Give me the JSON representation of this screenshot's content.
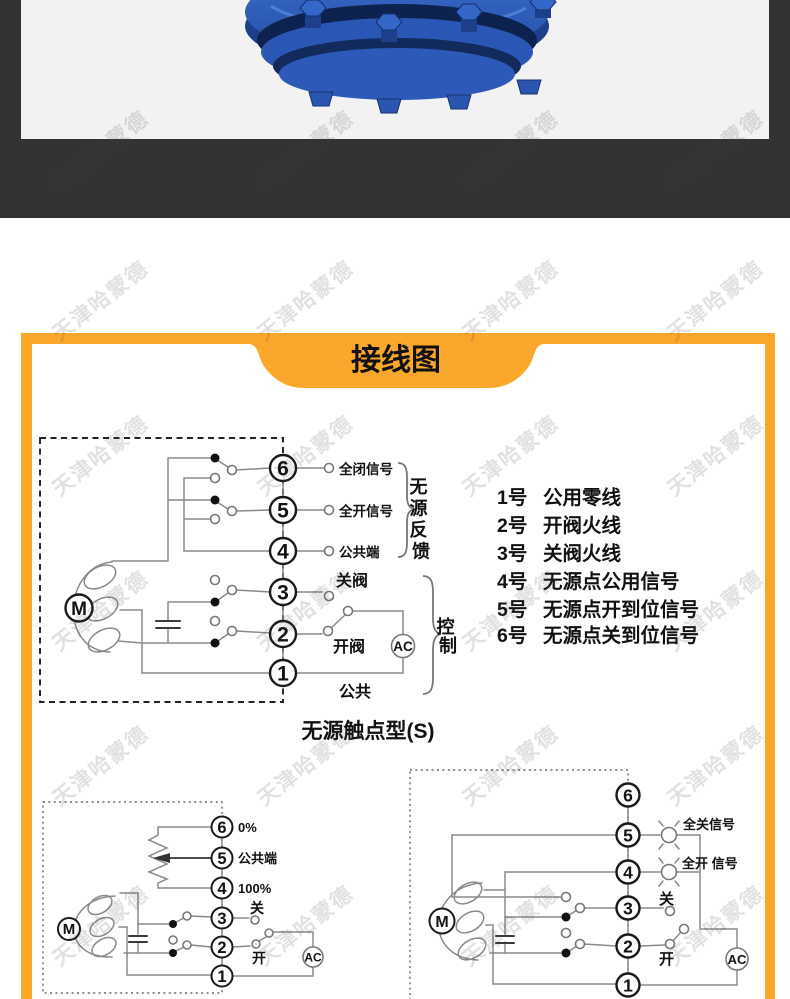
{
  "colors": {
    "accent": "#FAA72B",
    "dark": "#333335",
    "photo": "#F2F2F2",
    "valve_blue": "#2A57B6"
  },
  "watermark": {
    "text": "天津哈蒙德"
  },
  "banner": {
    "title": "接线图"
  },
  "top_diagram": {
    "motor_label": "M",
    "ac_label": "AC",
    "terminals": [
      {
        "n": "6",
        "label": "全闭信号"
      },
      {
        "n": "5",
        "label": "全开信号"
      },
      {
        "n": "4",
        "label": "公共端"
      },
      {
        "n": "3",
        "label": "关阀"
      },
      {
        "n": "2",
        "label": "开阀"
      },
      {
        "n": "1",
        "label": "公共"
      }
    ],
    "feedback_bracket": {
      "chars": [
        "无",
        "源",
        "反",
        "馈"
      ]
    },
    "control_bracket": {
      "chars": [
        "控",
        "制"
      ]
    },
    "caption": "无源触点型(S)"
  },
  "legend": {
    "items": [
      {
        "no": "1号",
        "text": "公用零线"
      },
      {
        "no": "2号",
        "text": "开阀火线"
      },
      {
        "no": "3号",
        "text": "关阀火线"
      },
      {
        "no": "4号",
        "text": "无源点公用信号"
      },
      {
        "no": "5号",
        "text": "无源点开到位信号"
      },
      {
        "no": "6号",
        "text": "无源点关到位信号"
      }
    ]
  },
  "left_diagram": {
    "motor_label": "M",
    "ac_label": "AC",
    "terminals": [
      {
        "n": "6",
        "label": "0%"
      },
      {
        "n": "5",
        "label": "公共端"
      },
      {
        "n": "4",
        "label": "100%"
      },
      {
        "n": "3",
        "label": "关"
      },
      {
        "n": "2",
        "label": "开"
      },
      {
        "n": "1",
        "label": ""
      }
    ]
  },
  "right_diagram": {
    "motor_label": "M",
    "ac_label": "AC",
    "terminals": [
      {
        "n": "6",
        "label": ""
      },
      {
        "n": "5",
        "label": "全关信号"
      },
      {
        "n": "4",
        "label": "全开 信号"
      },
      {
        "n": "3",
        "label": "关"
      },
      {
        "n": "2",
        "label": "开"
      },
      {
        "n": "1",
        "label": ""
      }
    ]
  }
}
